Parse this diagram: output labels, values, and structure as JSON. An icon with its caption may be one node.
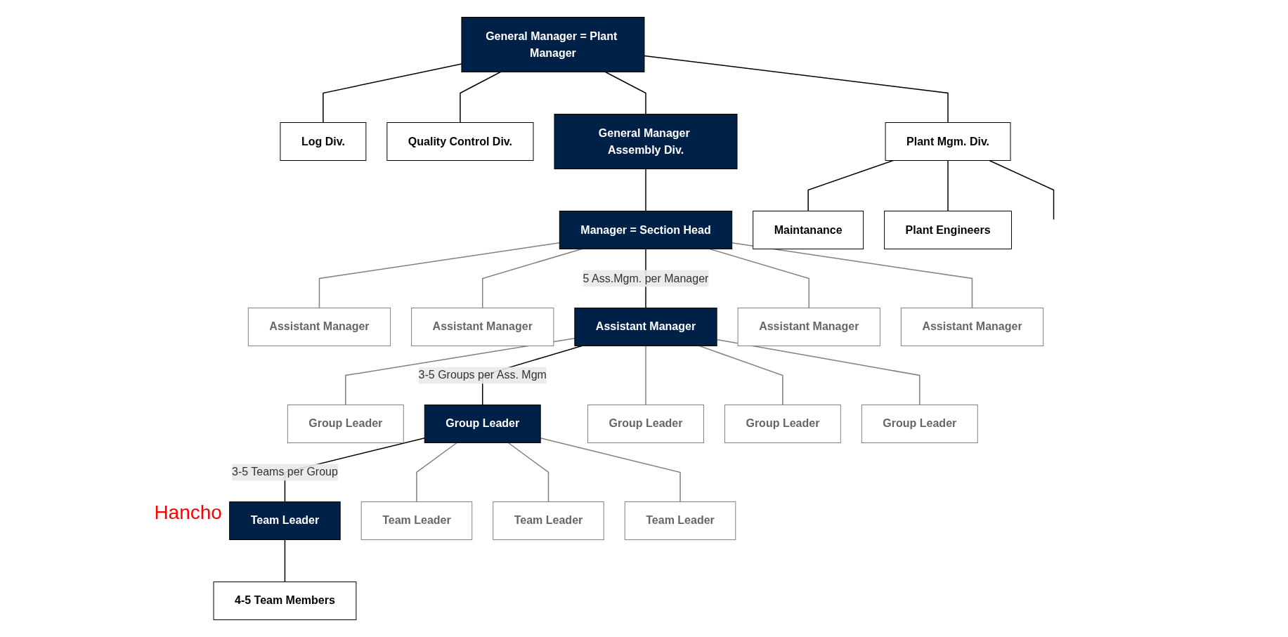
{
  "diagram": {
    "nodes": [
      {
        "text": [
          "General Manager = Plant Manager"
        ]
      },
      {
        "text": [
          "Log Div."
        ]
      },
      {
        "text": [
          "Quality Control Div."
        ]
      },
      {
        "text": [
          "General Manager Assembly Div."
        ]
      },
      {
        "text": [
          "Plant Mgm. Div."
        ]
      },
      {
        "text": [
          "Maintanance"
        ]
      },
      {
        "text": [
          "Plant Engineers"
        ]
      },
      {
        "text": [
          "Manager = Section Head"
        ]
      },
      {
        "text": [
          "Assistant Manager"
        ]
      },
      {
        "text": [
          "Assistant Manager"
        ]
      },
      {
        "text": [
          "Assistant Manager"
        ]
      },
      {
        "text": [
          "Assistant Manager"
        ]
      },
      {
        "text": [
          "Assistant Manager"
        ]
      },
      {
        "text": [
          "Group Leader"
        ]
      },
      {
        "text": [
          "Group Leader"
        ]
      },
      {
        "text": [
          "Group Leader"
        ]
      },
      {
        "text": [
          "Group Leader"
        ]
      },
      {
        "text": [
          "Group Leader"
        ]
      },
      {
        "text": [
          "Team Leader"
        ],
        "beside": [
          "Hancho"
        ]
      },
      {
        "text": [
          "Team Leader"
        ]
      },
      {
        "text": [
          "Team Leader"
        ]
      },
      {
        "text": [
          "Team Leader"
        ]
      },
      {
        "text": [
          "4-5 Team Members"
        ]
      }
    ],
    "edges": [
      {
        "from": 0,
        "to": 1,
        "arrow": "none"
      },
      {
        "from": 0,
        "to": 2,
        "arrow": "none"
      },
      {
        "from": 0,
        "to": 3,
        "arrow": "none"
      },
      {
        "from": 0,
        "to": 4,
        "arrow": "none"
      },
      {
        "from": 4,
        "to": 5,
        "arrow": "none"
      },
      {
        "from": 4,
        "to": 6,
        "arrow": "none"
      },
      {
        "from": 4,
        "to": null,
        "arrow": "none"
      },
      {
        "from": 3,
        "to": 7,
        "arrow": "none"
      },
      {
        "from": 7,
        "to": 8,
        "arrow": "none",
        "color": "#808080"
      },
      {
        "from": 7,
        "to": 9,
        "arrow": "none",
        "color": "#808080"
      },
      {
        "from": 7,
        "to": 10,
        "arrow": "none",
        "label": "5 Ass.Mgm. per Manager"
      },
      {
        "from": 7,
        "to": 11,
        "arrow": "none",
        "color": "#808080"
      },
      {
        "from": 7,
        "to": 12,
        "arrow": "none",
        "color": "#808080"
      },
      {
        "from": 10,
        "to": 13,
        "arrow": "none",
        "color": "#808080"
      },
      {
        "from": 10,
        "to": 14,
        "arrow": "none",
        "label": "3-5 Groups per Ass. Mgm"
      },
      {
        "from": 10,
        "to": 15,
        "arrow": "none",
        "color": "#808080"
      },
      {
        "from": 10,
        "to": 16,
        "arrow": "none",
        "color": "#808080"
      },
      {
        "from": 10,
        "to": 17,
        "arrow": "none",
        "color": "#808080"
      },
      {
        "from": 14,
        "to": 18,
        "arrow": "none",
        "label": "3-5 Teams per Group"
      },
      {
        "from": 14,
        "to": 19,
        "arrow": "none",
        "color": "#808080"
      },
      {
        "from": 14,
        "to": 20,
        "arrow": "none",
        "color": "#808080"
      },
      {
        "from": 14,
        "to": 21,
        "arrow": "none",
        "color": "#808080"
      },
      {
        "from": 18,
        "to": 22,
        "arrow": "none"
      }
    ]
  }
}
